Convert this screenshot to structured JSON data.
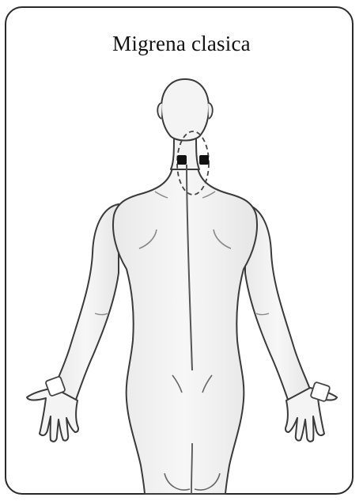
{
  "title": "Migrena clasica",
  "colors": {
    "frame": "#2a2a2a",
    "body_fill": "#f4f4f4",
    "body_outline": "#3a3a3a",
    "electrode_dark": "#111111",
    "electrode_light": "#ffffff"
  },
  "electrodes": [
    {
      "type": "dark",
      "location": "neck-left"
    },
    {
      "type": "dark",
      "location": "neck-right"
    },
    {
      "type": "light",
      "location": "right-hand"
    },
    {
      "type": "light",
      "location": "left-hand"
    }
  ],
  "icons": {
    "figure": "human-back-icon"
  }
}
